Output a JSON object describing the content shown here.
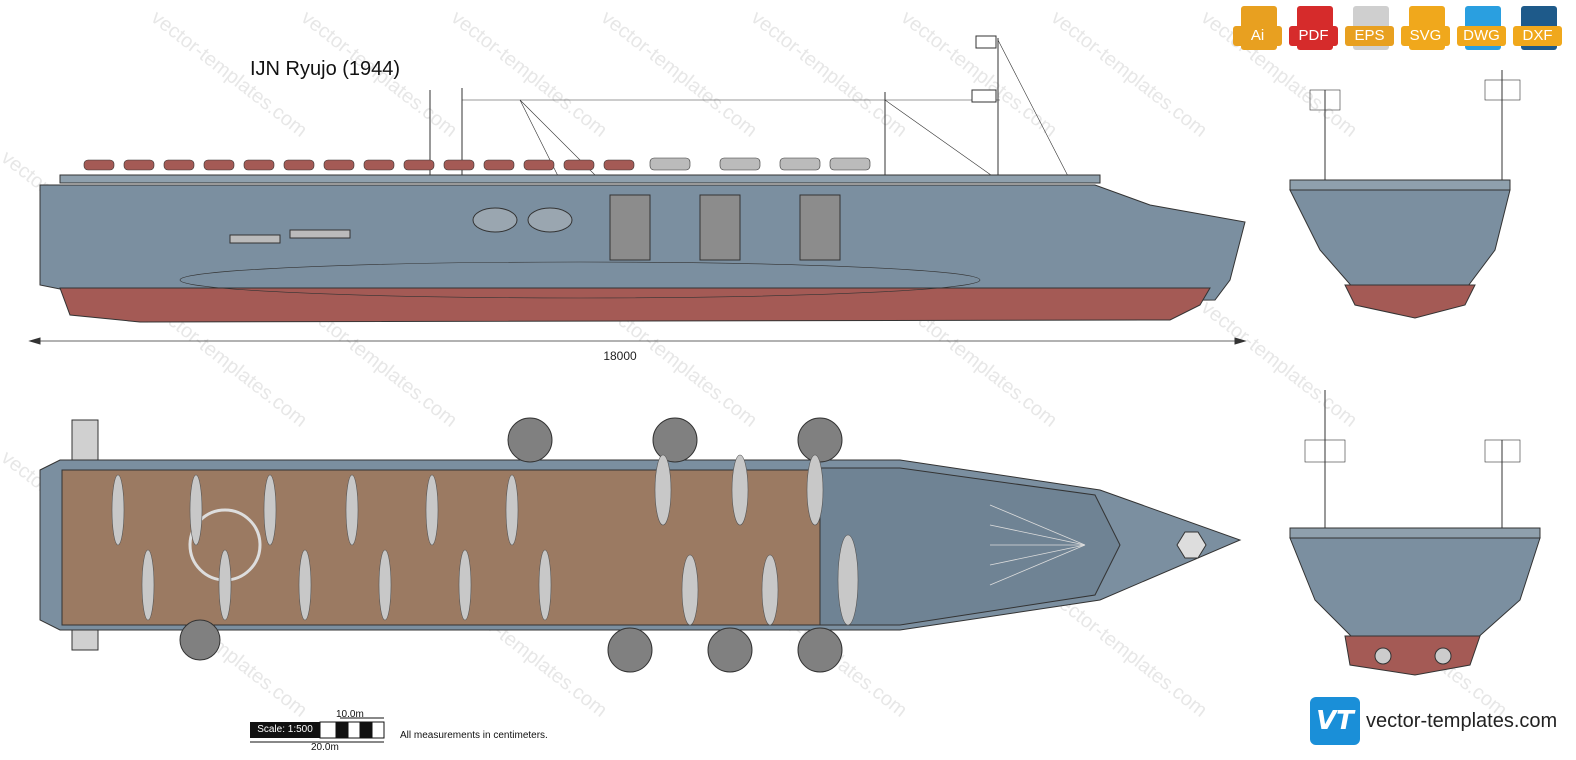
{
  "title": "IJN Ryujo (1944)",
  "formats": [
    {
      "label": "Ai",
      "color": "#e8a020"
    },
    {
      "label": "PDF",
      "color": "#d62b2b"
    },
    {
      "label": "EPS",
      "color": "#cfcfcf"
    },
    {
      "label": "SVG",
      "color": "#f0a81c"
    },
    {
      "label": "DWG",
      "color": "#2a9fe0"
    },
    {
      "label": "DXF",
      "color": "#1e5a8a"
    }
  ],
  "dimension_label": "18000",
  "scale": {
    "label": "Scale: 1:500",
    "top_mark": "10.0m",
    "bottom_mark": "20.0m"
  },
  "note": "All measurements in centimeters.",
  "watermark": "vector-templates.com",
  "brand": {
    "logo": "VT",
    "text": "vector-templates.com"
  },
  "colors": {
    "hull_gray": "#7b8fa0",
    "red_hull": "#a45a55",
    "deck_wood": "#9b7a62",
    "outline": "#333333"
  }
}
